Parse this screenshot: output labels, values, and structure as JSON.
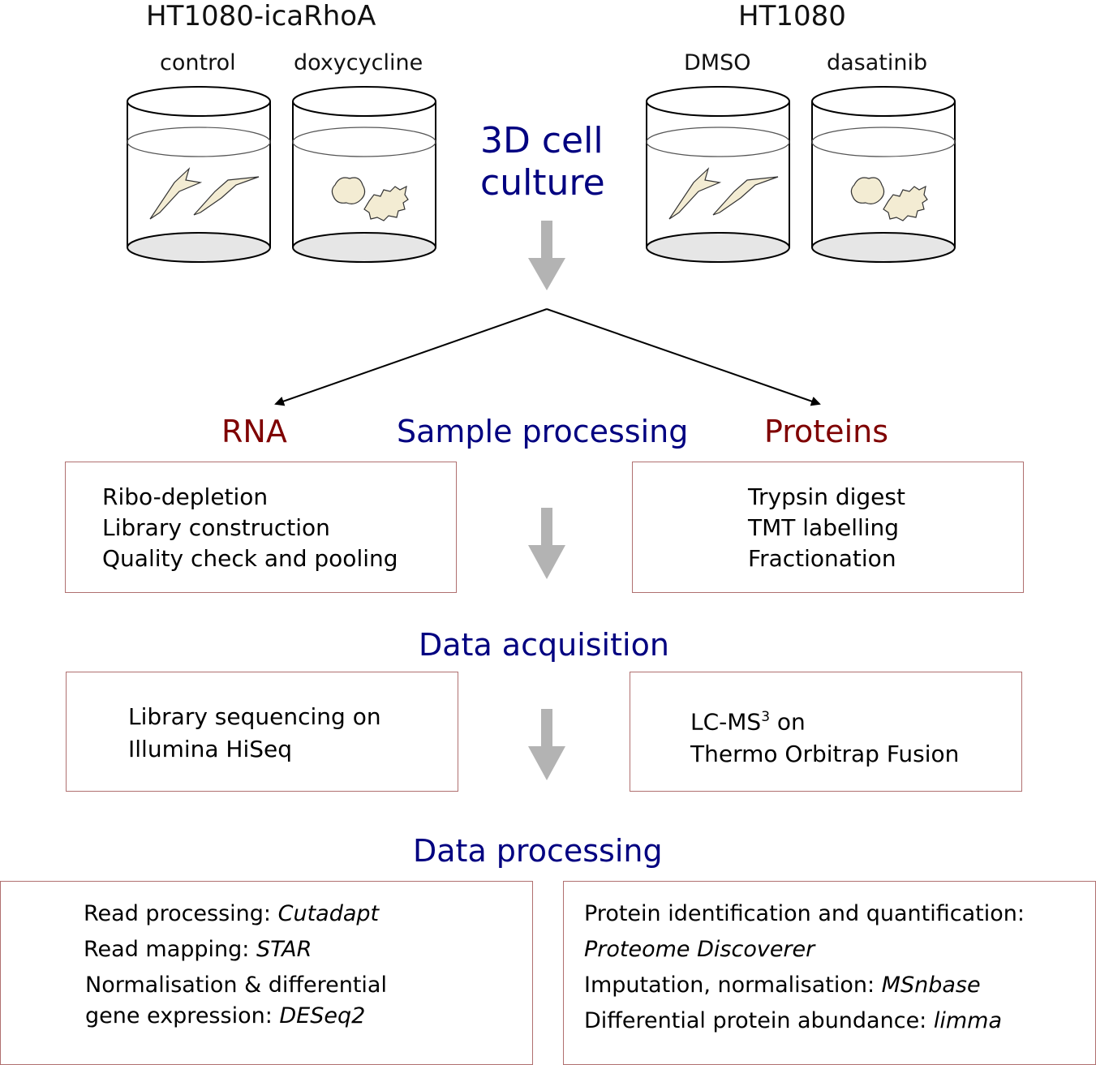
{
  "header": {
    "left_cell_line": "HT1080-icaRhoA",
    "right_cell_line": "HT1080",
    "left_conditions": [
      "control",
      "doxycycline"
    ],
    "right_conditions": [
      "DMSO",
      "dasatinib"
    ],
    "culture_label_line1": "3D cell",
    "culture_label_line2": "culture"
  },
  "branches": {
    "rna": "RNA",
    "proteins": "Proteins"
  },
  "sections": {
    "sample_processing": "Sample processing",
    "data_acquisition": "Data acquisition",
    "data_processing": "Data processing"
  },
  "rna_sample": [
    "Ribo-depletion",
    "Library construction",
    "Quality check and pooling"
  ],
  "protein_sample": [
    "Trypsin digest",
    "TMT labelling",
    "Fractionation"
  ],
  "rna_acquisition": [
    "Library sequencing on",
    "Illumina HiSeq"
  ],
  "protein_acquisition": {
    "line1_prefix": "LC-MS",
    "line1_sup": "3",
    "line1_suffix": " on",
    "line2": "Thermo Orbitrap Fusion"
  },
  "rna_processing": [
    {
      "label": "Read processing: ",
      "tool": "Cutadapt"
    },
    {
      "label": "Read mapping: ",
      "tool": "STAR"
    },
    {
      "label": "Normalisation & differential",
      "tool": ""
    },
    {
      "label": "gene expression: ",
      "tool": "DESeq2"
    }
  ],
  "protein_processing": [
    {
      "label": "Protein identification and quantification:",
      "tool": ""
    },
    {
      "label": "",
      "tool": "Proteome Discoverer"
    },
    {
      "label": "Imputation, normalisation: ",
      "tool": "MSnbase"
    },
    {
      "label": "Differential protein abundance: ",
      "tool": "limma"
    }
  ],
  "colors": {
    "heading_blue": "#000080",
    "branch_red": "#7f0000",
    "arrow_gray": "#b3b3b3",
    "cell_fill": "#f3ecd3",
    "box_border": "#b07070"
  },
  "icons": [
    "culture-cylinder-icon",
    "elongated-cell-icon",
    "rounded-cell-icon",
    "down-arrow-icon",
    "branch-arrow-icon"
  ]
}
